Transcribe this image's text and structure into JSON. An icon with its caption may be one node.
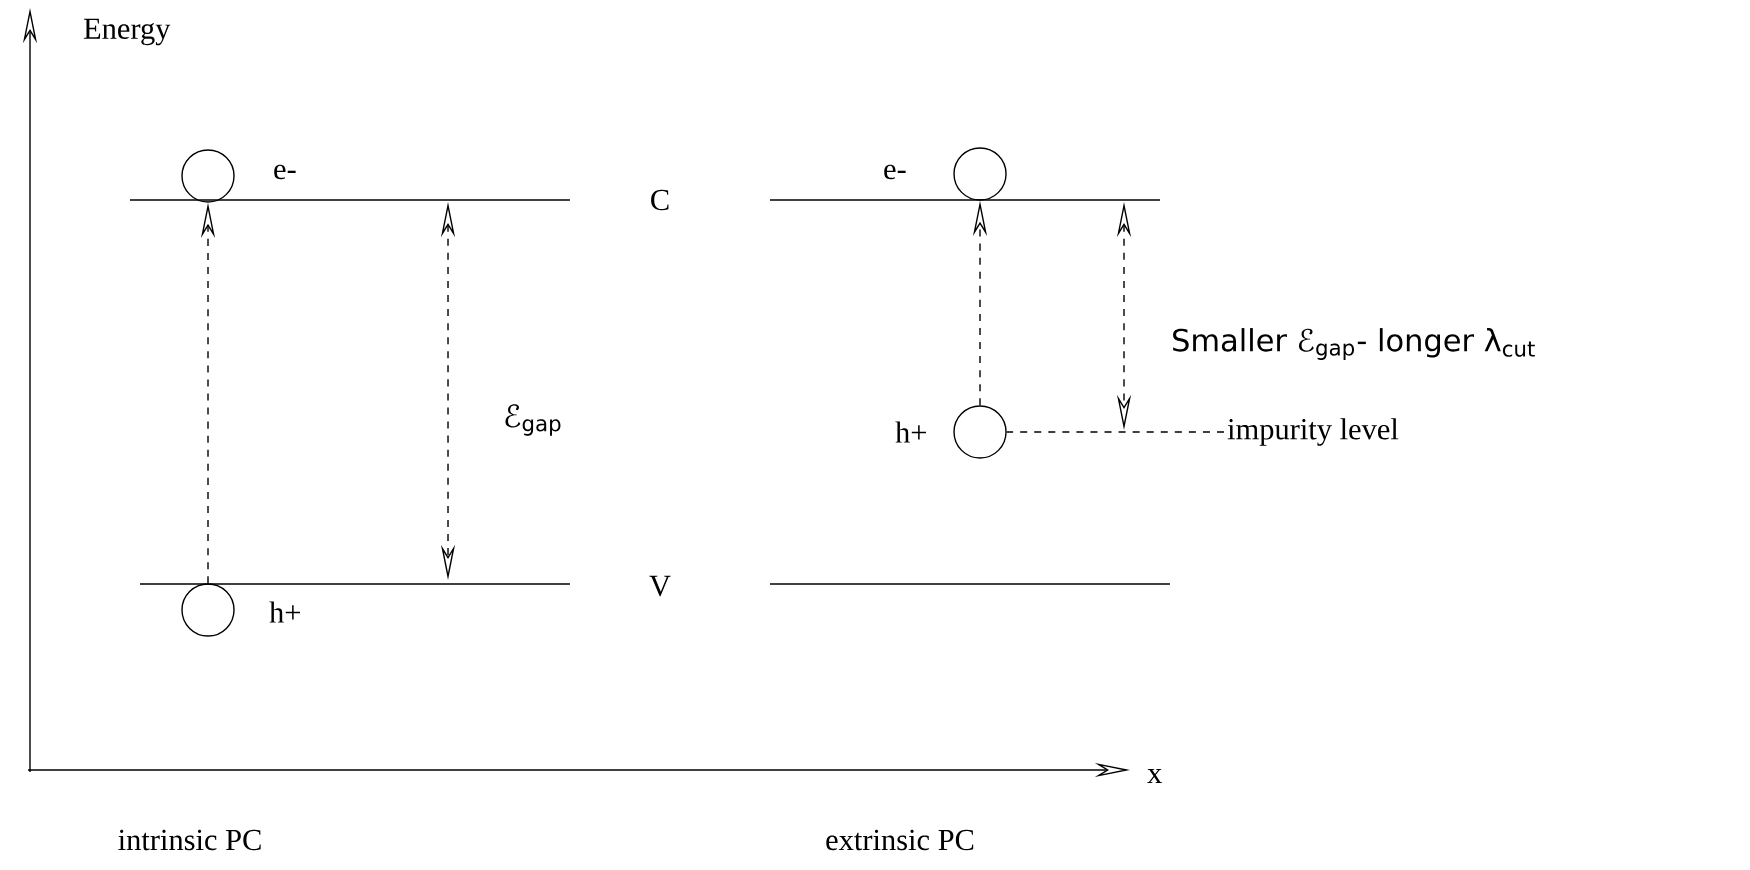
{
  "diagram": {
    "nodes": [
      {
        "text": [],
        "shape": "circle",
        "beside": [
          "e-"
        ]
      },
      {
        "text": [],
        "shape": "circle",
        "beside": [
          "h+"
        ]
      },
      {
        "text": [],
        "shape": "circle",
        "beside": [
          "e-"
        ]
      },
      {
        "text": [],
        "shape": "circle",
        "beside": [
          "h+"
        ]
      },
      {
        "text": [
          "impurity level"
        ]
      }
    ],
    "edges": [
      {
        "from": 1,
        "to": 0,
        "arrow": "to",
        "style": "dashed"
      },
      {
        "from": 3,
        "to": 2,
        "arrow": "to",
        "style": "dashed"
      },
      {
        "from": 4,
        "to": 3,
        "arrow": "none",
        "style": "dashed"
      }
    ],
    "labels": [
      "Energy",
      "C",
      "ℰ$_{gap}$",
      "Smaller ℰ$_{gap}$- longer λ$_{cut}$",
      "V",
      "x",
      "intrinsic PC",
      "extrinsic PC"
    ]
  }
}
